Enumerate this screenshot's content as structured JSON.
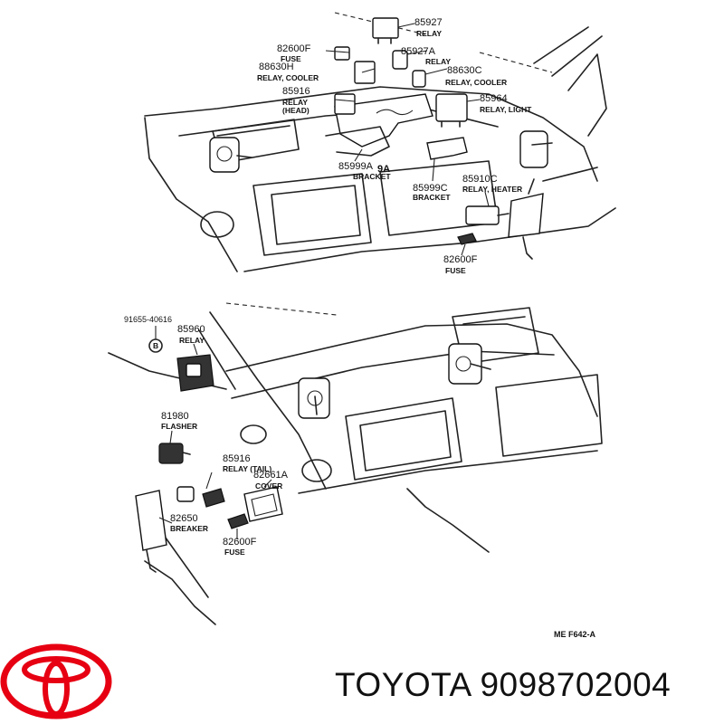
{
  "brand": {
    "name": "TOYOTA",
    "part_number": "9098702004",
    "logo_icon": "toyota-logo-icon",
    "logo_color": "#e60012"
  },
  "figure_code": "ME  F642-A",
  "top_callouts": [
    {
      "code": "85927",
      "desc": "RELAY"
    },
    {
      "code": "82600F",
      "desc": "FUSE"
    },
    {
      "code": "85927A",
      "desc": "RELAY"
    },
    {
      "code": "88630H",
      "desc": "RELAY, COOLER"
    },
    {
      "code": "88630C",
      "desc": "RELAY, COOLER"
    },
    {
      "code": "85916",
      "desc": "RELAY\n(HEAD)"
    },
    {
      "code": "85964",
      "desc": "RELAY, LIGHT"
    },
    {
      "code": "85999A",
      "desc": "BRACKET"
    },
    {
      "code": "9A",
      "desc": ""
    },
    {
      "code": "85999C",
      "desc": "BRACKET"
    },
    {
      "code": "85910C",
      "desc": "RELAY, HEATER"
    },
    {
      "code": "82600F",
      "desc": "FUSE"
    }
  ],
  "bottom_callouts": [
    {
      "code": "91655-40616",
      "desc": ""
    },
    {
      "code": "85960",
      "desc": "RELAY"
    },
    {
      "code": "B",
      "desc": ""
    },
    {
      "code": "81980",
      "desc": "FLASHER"
    },
    {
      "code": "85916",
      "desc": "RELAY (TAIL)"
    },
    {
      "code": "82661A",
      "desc": "COVER"
    },
    {
      "code": "82650",
      "desc": "BREAKER"
    },
    {
      "code": "82600F",
      "desc": "FUSE"
    }
  ]
}
